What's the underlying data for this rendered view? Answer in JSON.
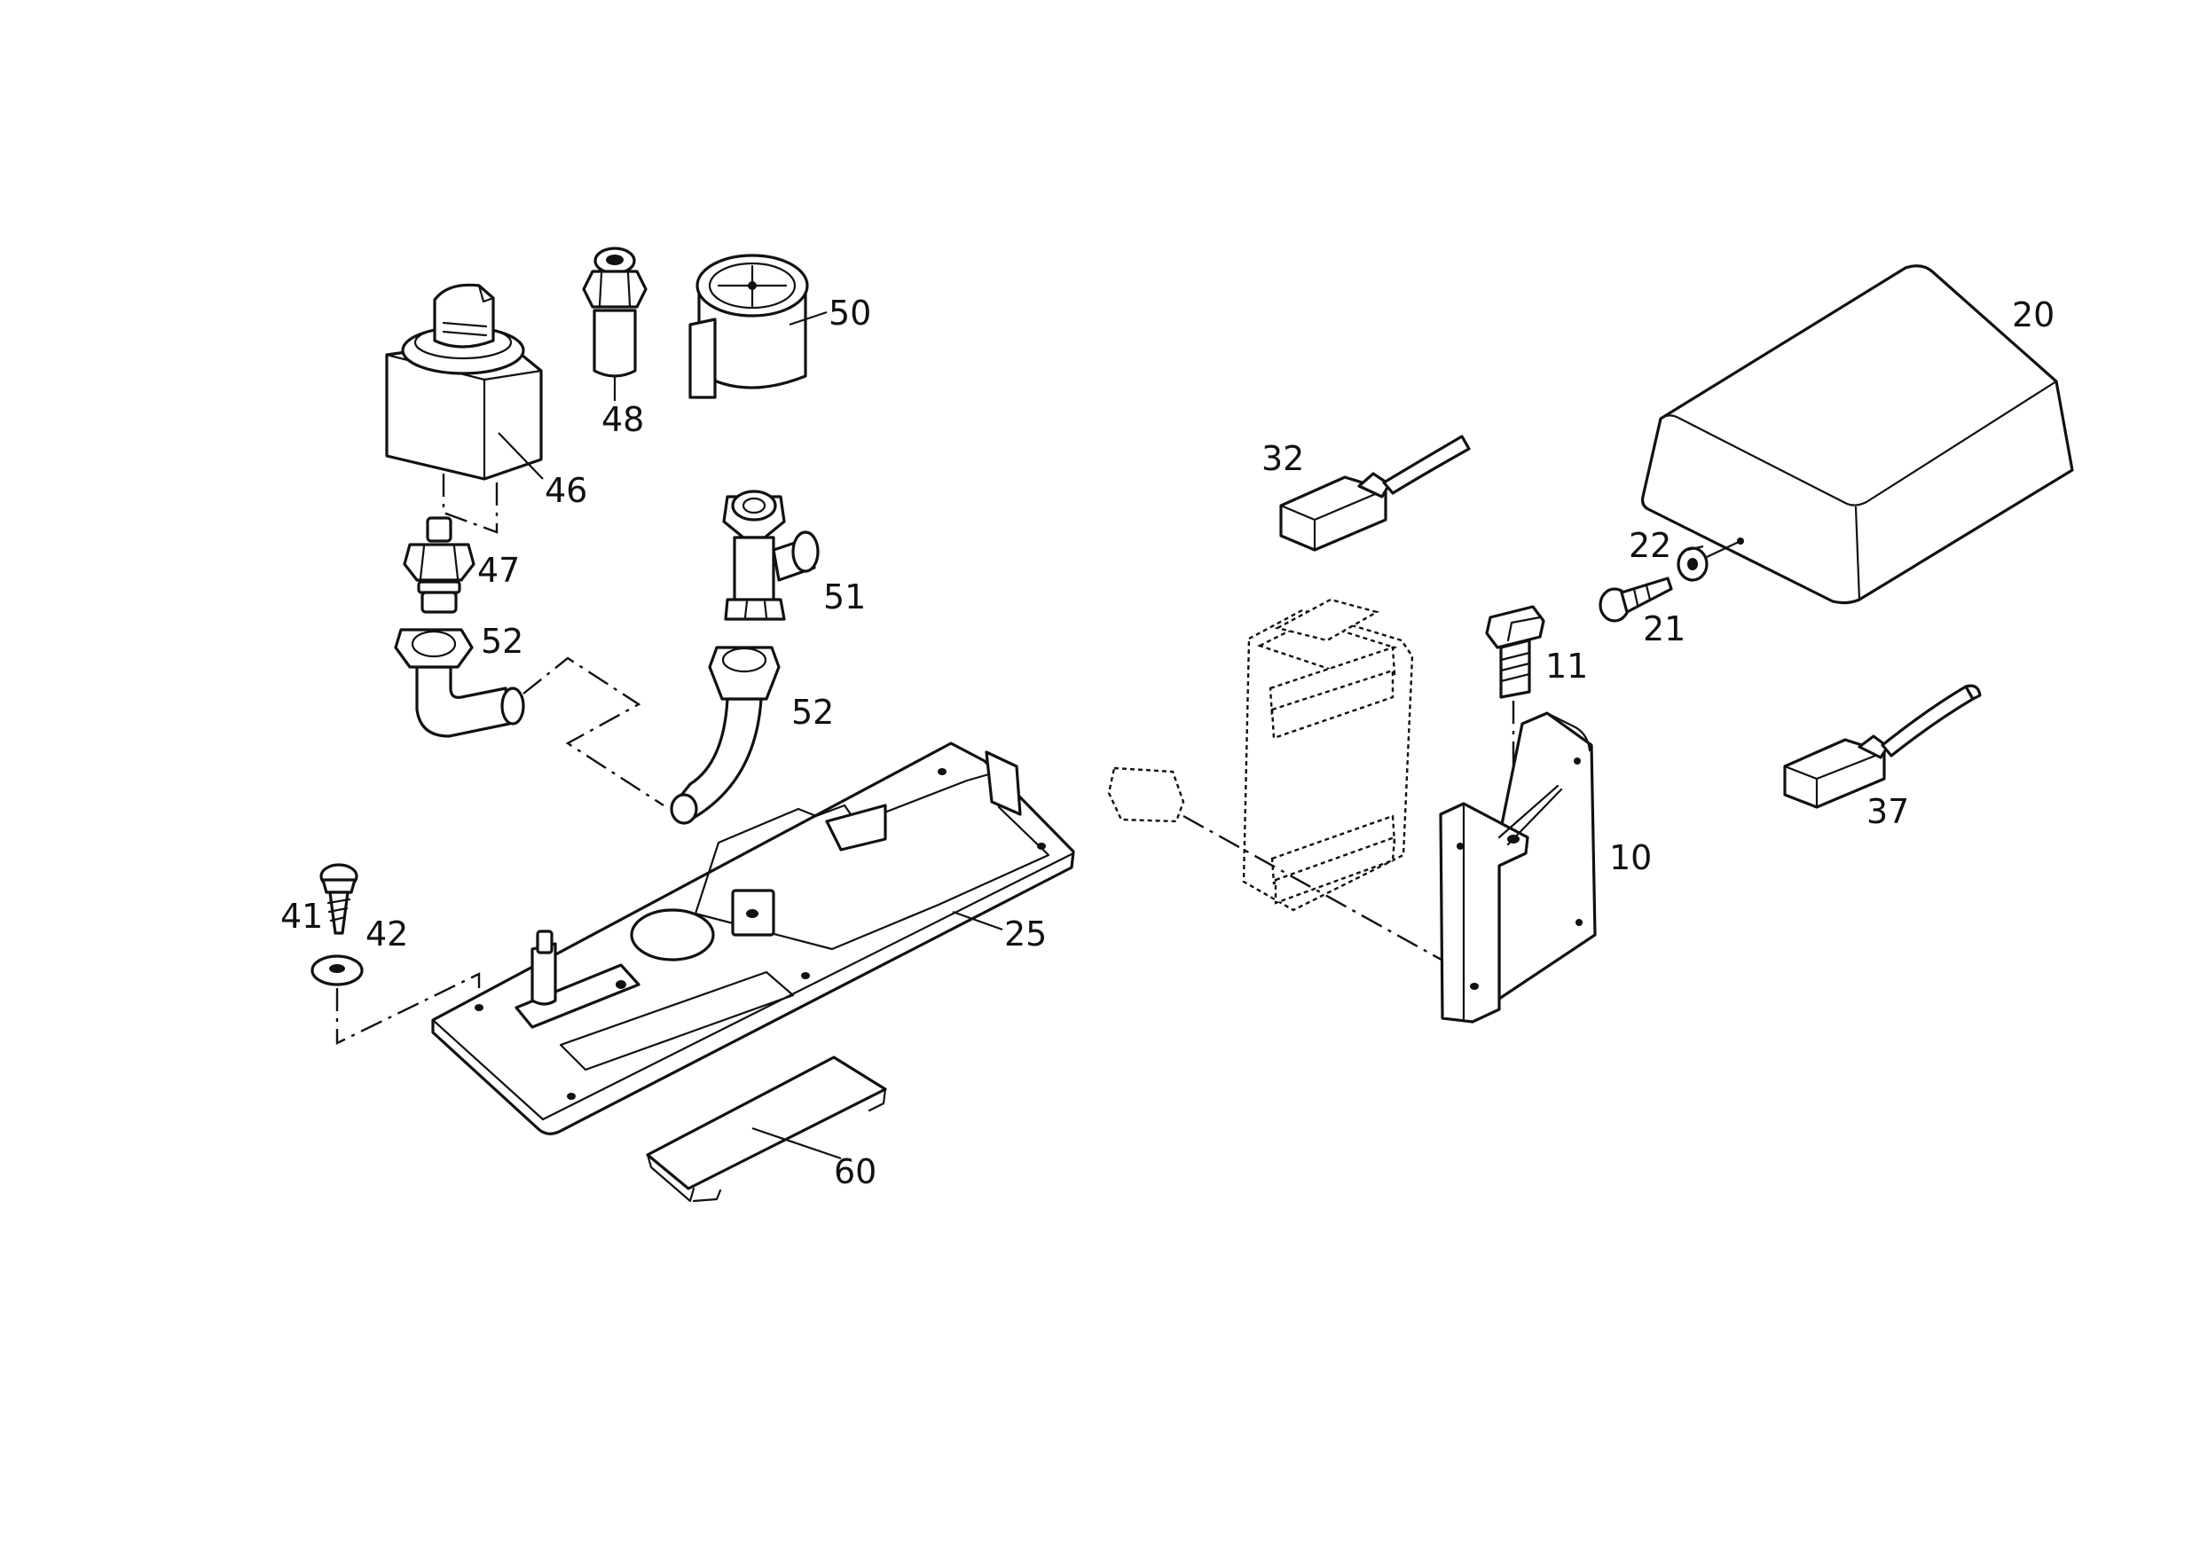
{
  "callouts": {
    "c10": "10",
    "c11": "11",
    "c20": "20",
    "c21": "21",
    "c22": "22",
    "c25": "25",
    "c32": "32",
    "c37": "37",
    "c41": "41",
    "c42": "42",
    "c46": "46",
    "c47": "47",
    "c48": "48",
    "c50": "50",
    "c51": "51",
    "c52a": "52",
    "c52b": "52",
    "c60": "60"
  }
}
